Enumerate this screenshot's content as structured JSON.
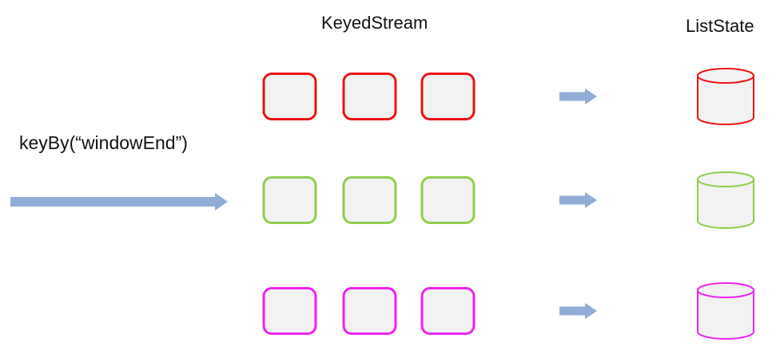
{
  "labels": {
    "keyed_stream": "KeyedStream",
    "list_state": "ListState",
    "key_by": "keyBy(“windowEnd”)"
  },
  "colors": {
    "arrow": "#8fadd6",
    "box_fill": "#f2f2f2",
    "cylinder_fill": "#f2f2f2"
  },
  "partitions": [
    {
      "name": "partition-red",
      "color": "#ee1111",
      "records": 3
    },
    {
      "name": "partition-green",
      "color": "#8fce4b",
      "records": 3
    },
    {
      "name": "partition-magenta",
      "color": "#ee22ee",
      "records": 3
    }
  ]
}
